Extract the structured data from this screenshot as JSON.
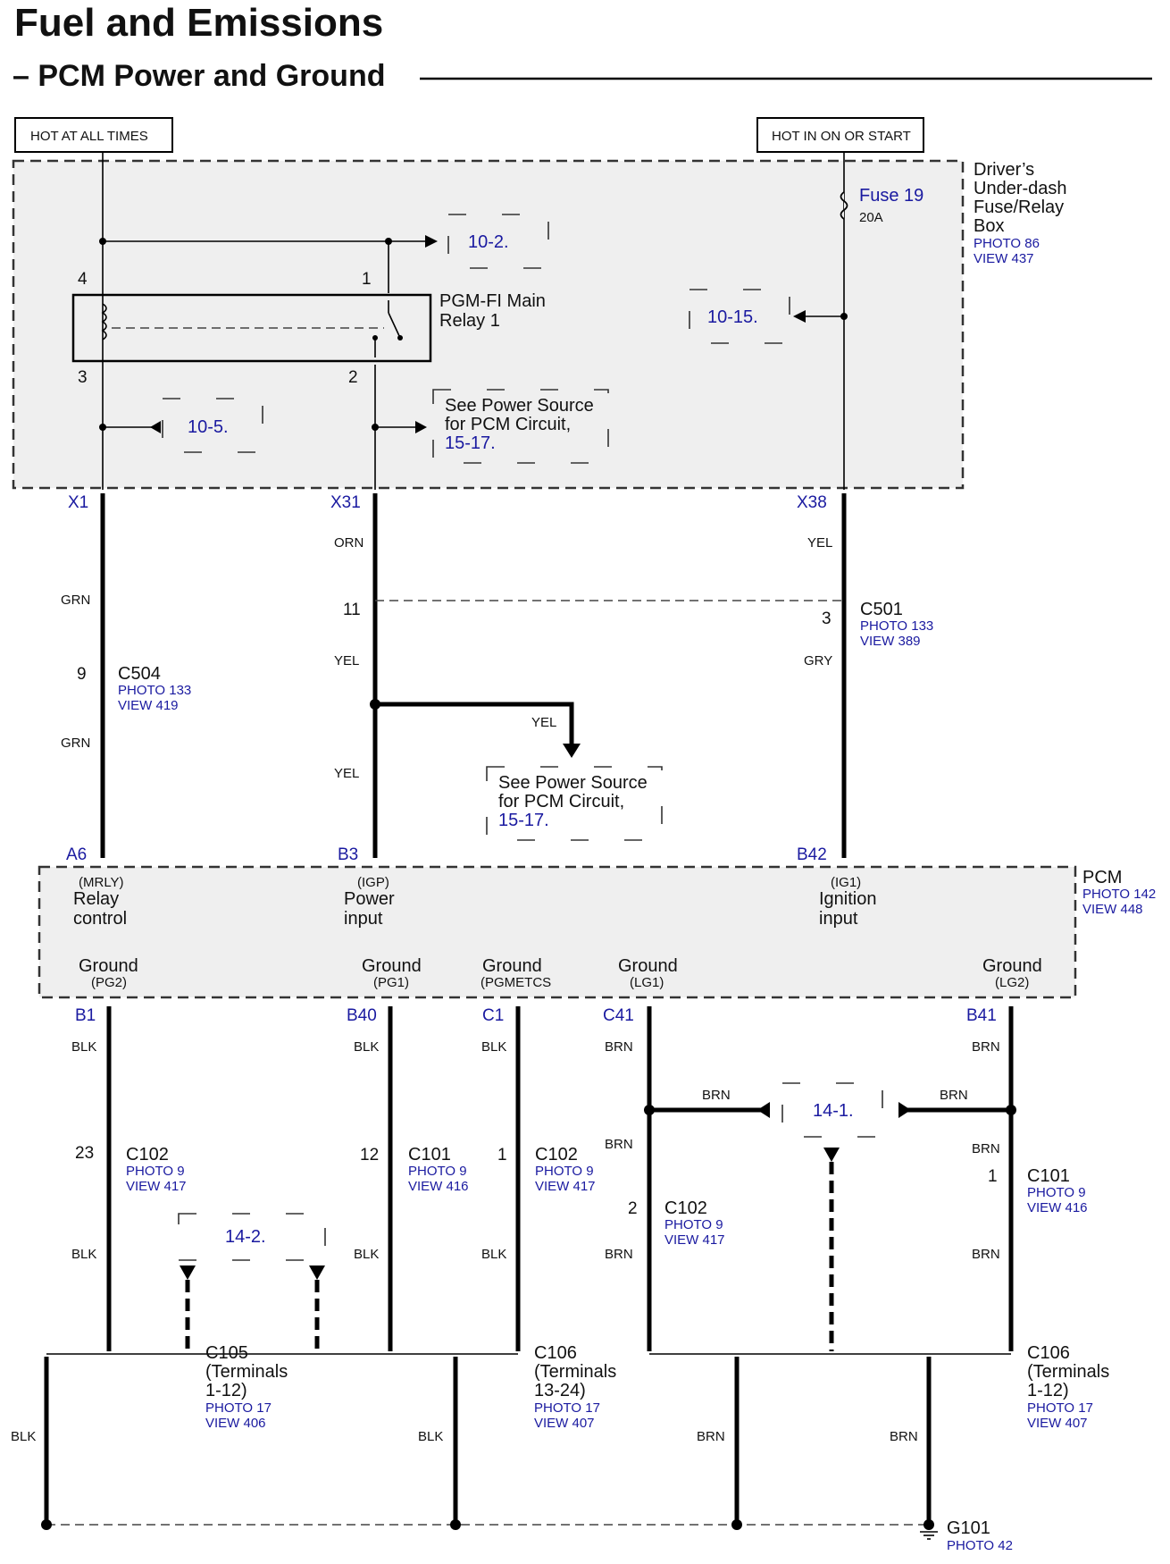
{
  "title": "Fuel and Emissions",
  "subtitle": "– PCM Power and Ground",
  "sources": {
    "hot_all_times": "HOT AT ALL TIMES",
    "hot_on_start": "HOT IN ON OR START"
  },
  "fuse_box": {
    "name_lines": [
      "Driver’s",
      "Under-dash",
      "Fuse/Relay",
      "Box"
    ],
    "photo": "PHOTO 86",
    "view": "VIEW 437",
    "fuse_label": "Fuse 19",
    "fuse_rating": "20A",
    "relay_lines": [
      "PGM-FI Main",
      "Relay 1"
    ],
    "relay_pins": {
      "p4": "4",
      "p1": "1",
      "p3": "3",
      "p2": "2"
    },
    "ref_10_2": "10-2.",
    "ref_10_15": "10-15.",
    "ref_10_5": "10-5.",
    "see_power_1": {
      "lines": [
        "See Power Source",
        "for PCM Circuit,"
      ],
      "link": "15-17."
    }
  },
  "terminals": {
    "x1": "X1",
    "x31": "X31",
    "x38": "X38"
  },
  "wires": {
    "orn": "ORN",
    "yel": "YEL",
    "grn": "GRN",
    "gry": "GRY",
    "blk": "BLK",
    "brn": "BRN"
  },
  "connectors": {
    "c504": {
      "pin": "9",
      "name": "C504",
      "photo": "PHOTO 133",
      "view": "VIEW 419"
    },
    "c501": {
      "pin_left": "11",
      "pin_right": "3",
      "name": "C501",
      "photo": "PHOTO 133",
      "view": "VIEW 389"
    },
    "c102_a": {
      "pin": "23",
      "name": "C102",
      "photo": "PHOTO 9",
      "view": "VIEW 417"
    },
    "c101_a": {
      "pin": "12",
      "name": "C101",
      "photo": "PHOTO 9",
      "view": "VIEW 416"
    },
    "c102_b": {
      "pin": "1",
      "name": "C102",
      "photo": "PHOTO 9",
      "view": "VIEW 417"
    },
    "c102_c": {
      "pin": "2",
      "name": "C102",
      "photo": "PHOTO 9",
      "view": "VIEW 417"
    },
    "c101_b": {
      "pin": "1",
      "name": "C101",
      "photo": "PHOTO 9",
      "view": "VIEW 416"
    },
    "c105": {
      "lines": [
        "C105",
        "(Terminals",
        "1-12)"
      ],
      "photo": "PHOTO 17",
      "view": "VIEW 406"
    },
    "c106_a": {
      "lines": [
        "C106",
        "(Terminals",
        "13-24)"
      ],
      "photo": "PHOTO 17",
      "view": "VIEW 407"
    },
    "c106_b": {
      "lines": [
        "C106",
        "(Terminals",
        "1-12)"
      ],
      "photo": "PHOTO 17",
      "view": "VIEW 407"
    }
  },
  "see_power_2": {
    "lines": [
      "See Power Source",
      "for PCM Circuit,"
    ],
    "link": "15-17."
  },
  "pcm": {
    "name": "PCM",
    "photo": "PHOTO 142",
    "view": "VIEW 448",
    "pins_top": {
      "a6": "A6",
      "b3": "B3",
      "b42": "B42"
    },
    "top_labels": {
      "mrly": [
        "(MRLY)",
        "Relay",
        "control"
      ],
      "igp": [
        "(IGP)",
        "Power",
        "input"
      ],
      "ig1": [
        "(IG1)",
        "Ignition",
        "input"
      ]
    },
    "grounds": [
      {
        "label": "Ground",
        "code": "(PG2)",
        "pin": "B1"
      },
      {
        "label": "Ground",
        "code": "(PG1)",
        "pin": "B40"
      },
      {
        "label": "Ground",
        "code": "(PGMETCS",
        "pin": "C1"
      },
      {
        "label": "Ground",
        "code": "(LG1)",
        "pin": "C41"
      },
      {
        "label": "Ground",
        "code": "(LG2)",
        "pin": "B41"
      }
    ]
  },
  "ref_14_1": "14-1.",
  "ref_14_2": "14-2.",
  "ground": {
    "name": "G101",
    "photo": "PHOTO 42"
  }
}
